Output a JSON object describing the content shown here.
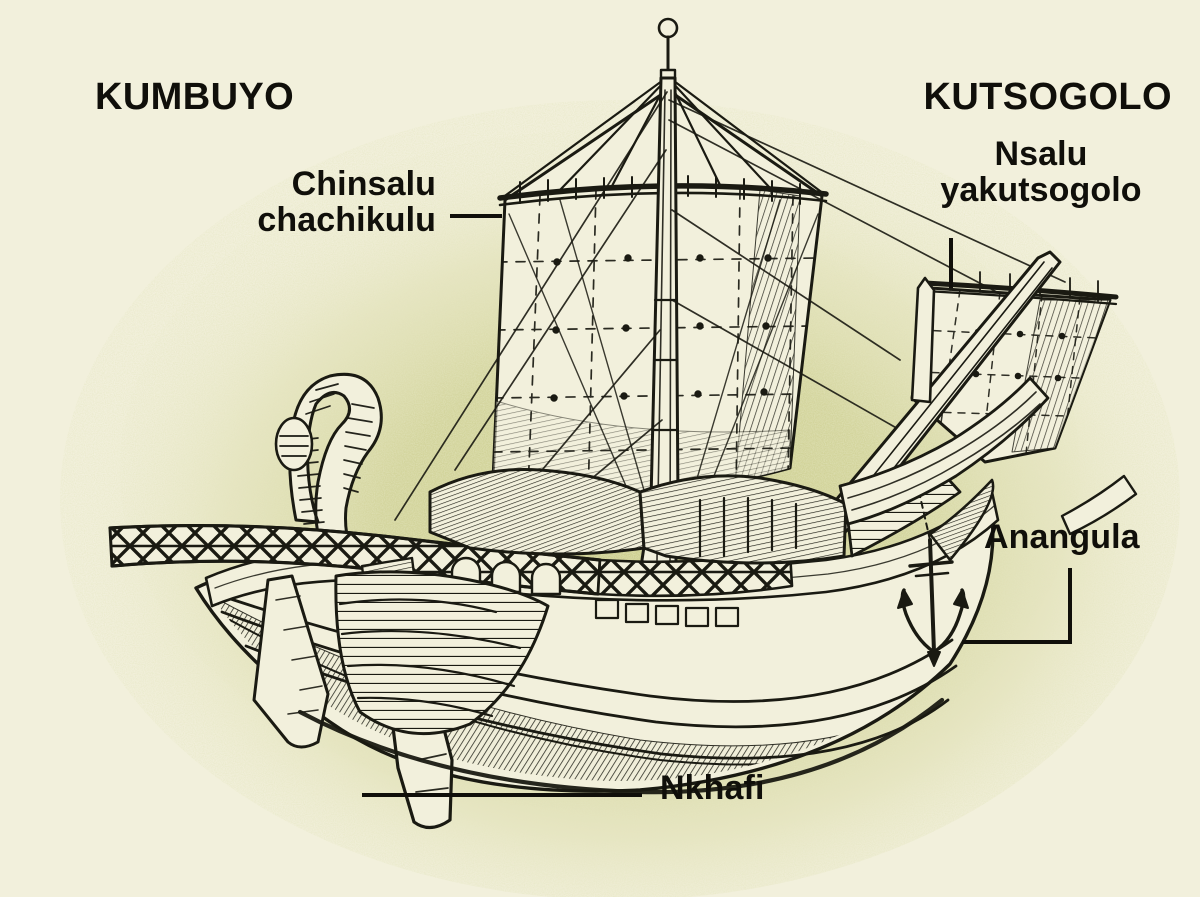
{
  "diagram": {
    "subject": "labelled engraving of an ancient square-rigged sailing ship",
    "background_color": "#f2f0dc",
    "ink_color": "#1a1a12",
    "halo_color": "#c9cb87"
  },
  "headings": [
    {
      "id": "stern",
      "text": "KUMBUYO"
    },
    {
      "id": "bow",
      "text": "KUTSOGOLO"
    }
  ],
  "labels": [
    {
      "id": "mainsail",
      "line1": "Chinsalu",
      "line2": "chachikulu"
    },
    {
      "id": "foresail",
      "line1": "Nsalu",
      "line2": "yakutsogolo"
    },
    {
      "id": "anchor",
      "line1": "Anangula",
      "line2": ""
    },
    {
      "id": "steering-oar",
      "line1": "Nkhafi",
      "line2": ""
    }
  ]
}
